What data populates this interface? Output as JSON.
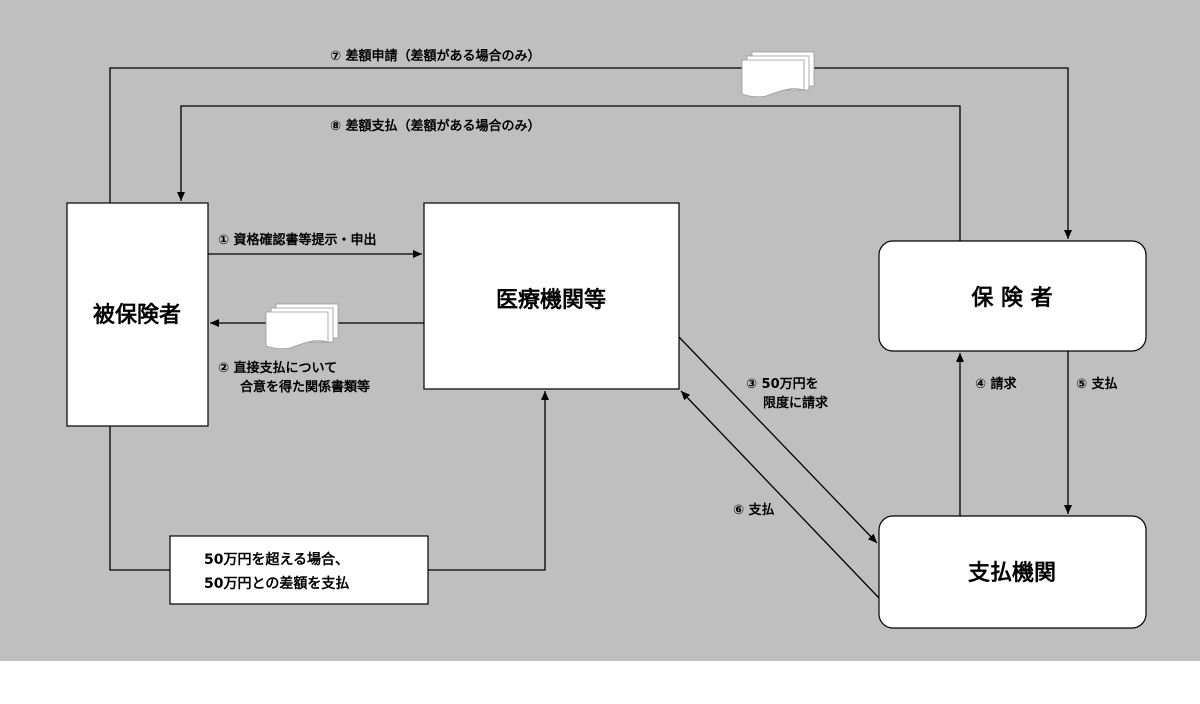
{
  "colors": {
    "background": "#bfbfbf",
    "box": "#ffffff",
    "line": "#000000"
  },
  "nodes": {
    "insured": "被保険者",
    "medical": "医療機関等",
    "insurer": "保 険 者",
    "payment_org": "支払機関",
    "note_line1": "50万円を超える場合、",
    "note_line2": "50万円との差額を支払"
  },
  "flows": {
    "f1": "① 資格確認書等提示・申出",
    "f2_line1": "② 直接支払について",
    "f2_line2": "合意を得た関係書類等",
    "f3_line1": "③ 50万円を",
    "f3_line2": "限度に請求",
    "f4": "④ 請求",
    "f5": "⑤ 支払",
    "f6": "⑥ 支払",
    "f7": "⑦ 差額申請（差額がある場合のみ）",
    "f8": "⑧ 差額支払（差額がある場合のみ）"
  }
}
